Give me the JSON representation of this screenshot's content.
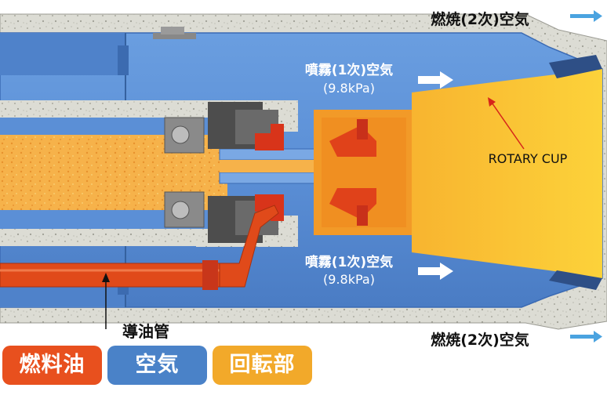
{
  "labels": {
    "secondary_air_top": "燃焼(2次)空気",
    "secondary_air_bottom": "燃焼(2次)空気",
    "primary_air_upper": "噴霧(1次)空気",
    "primary_air_upper_pressure": "(9.8kPa)",
    "primary_air_lower": "噴霧(1次)空気",
    "primary_air_lower_pressure": "(9.8kPa)",
    "rotary_cup": "ROTARY CUP",
    "oil_pipe": "導油管"
  },
  "legend": [
    {
      "label": "燃料油",
      "color": "#e8501e"
    },
    {
      "label": "空気",
      "color": "#4a82c8"
    },
    {
      "label": "回転部",
      "color": "#f2a92a"
    }
  ],
  "colors": {
    "air": "#5b8fd6",
    "air_dark": "#3a6ab4",
    "oil": "#e04a1a",
    "rotating": "#f6b531",
    "rotating_dark": "#f08a1e",
    "refractory": "#d8d8d0",
    "steel": "#5a5a5a",
    "arrow": "#4aa3e0"
  }
}
